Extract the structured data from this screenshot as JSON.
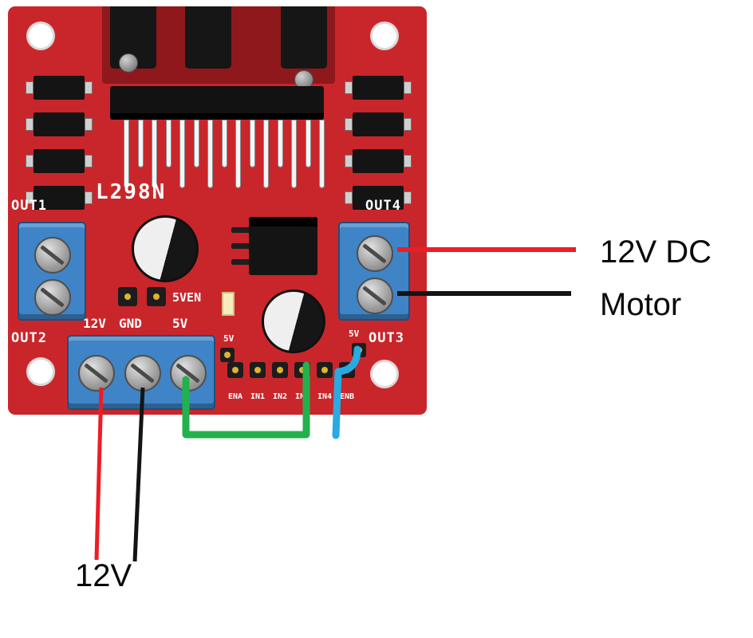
{
  "board": {
    "silkscreen": {
      "chip": "L298N",
      "out1": "OUT1",
      "out2": "OUT2",
      "out3": "OUT3",
      "out4": "OUT4",
      "jumper_enable": "5VEN",
      "power": [
        "12V",
        "GND",
        "5V"
      ],
      "pins": [
        "ENA",
        "IN1",
        "IN2",
        "IN3",
        "IN4",
        "ENB"
      ],
      "jumper_5v_left": "5V",
      "jumper_5v_right": "5V"
    },
    "colors": {
      "pcb": "#c9262b",
      "pcb_dark": "#8f181c",
      "terminal": "#3f84c6",
      "terminal_dark": "#1e4e7d",
      "silk": "#ffffff"
    }
  },
  "wires": {
    "red": "#ee1c25",
    "black": "#141414",
    "green": "#23b14d",
    "blue": "#29aae1"
  },
  "annotations": {
    "motor_line1": "12V DC",
    "motor_line2": "Motor",
    "supply": "12V"
  }
}
